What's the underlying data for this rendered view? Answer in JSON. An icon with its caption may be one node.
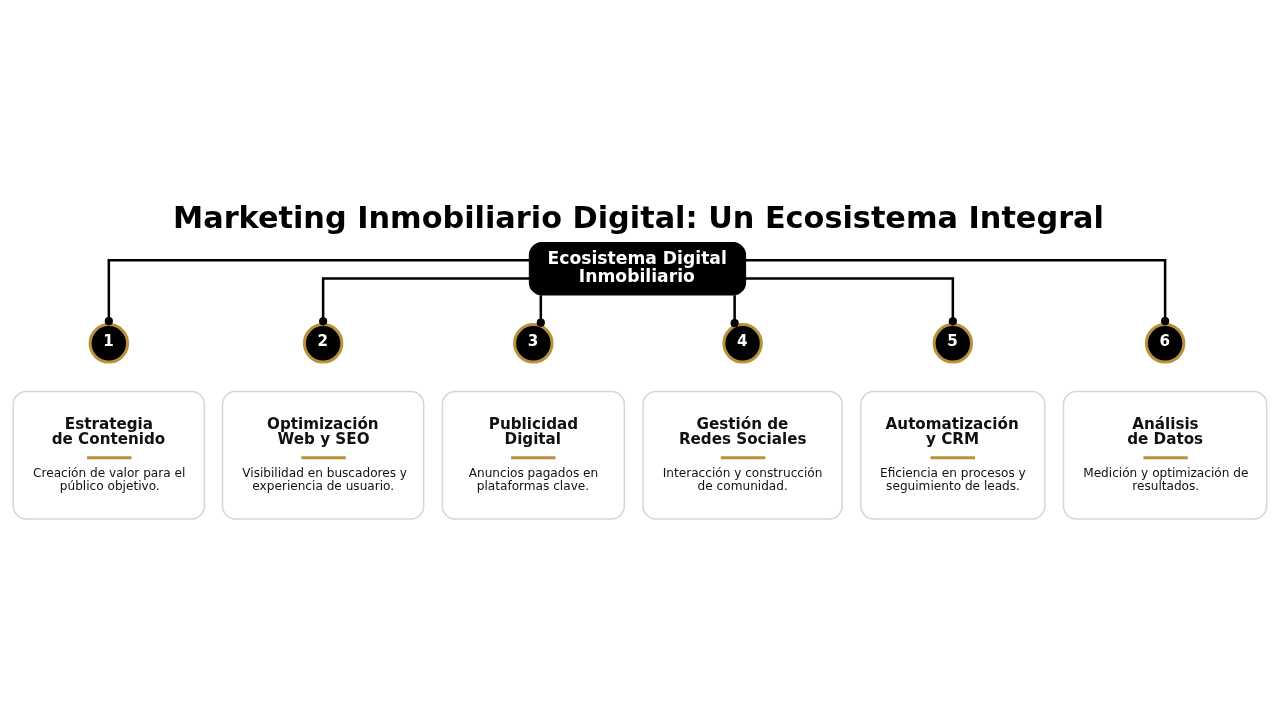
{
  "diagram": {
    "title": "Marketing Inmobiliario Digital: Un Ecosistema Integral",
    "nodes": [
      {
        "text": [
          "Ecosistema Digital Inmobiliario"
        ]
      },
      {
        "text": [
          "1"
        ]
      },
      {
        "text": [
          "Estrategia de Contenido",
          "Creación de valor para el público objetivo."
        ]
      },
      {
        "text": [
          "2"
        ]
      },
      {
        "text": [
          "Optimización Web y SEO",
          "Visibilidad en buscadores y experiencia de usuario."
        ]
      },
      {
        "text": [
          "3"
        ]
      },
      {
        "text": [
          "Publicidad Digital",
          "Anuncios pagados en plataformas clave."
        ]
      },
      {
        "text": [
          "4"
        ]
      },
      {
        "text": [
          "Gestión de Redes Sociales",
          "Interacción y construcción de comunidad."
        ]
      },
      {
        "text": [
          "5"
        ]
      },
      {
        "text": [
          "Automatización y CRM",
          "Eficiencia en procesos y seguimiento de leads."
        ]
      },
      {
        "text": [
          "6"
        ]
      },
      {
        "text": [
          "Análisis de Datos",
          "Medición y optimización de resultados."
        ]
      }
    ],
    "edges": [
      {
        "from": 0,
        "to": 1,
        "arrow": "other"
      },
      {
        "from": 0,
        "to": 3,
        "arrow": "other"
      },
      {
        "from": 0,
        "to": 5,
        "arrow": "other"
      },
      {
        "from": 0,
        "to": 7,
        "arrow": "other"
      },
      {
        "from": 0,
        "to": 9,
        "arrow": "other"
      },
      {
        "from": 0,
        "to": 11,
        "arrow": "other"
      }
    ]
  }
}
